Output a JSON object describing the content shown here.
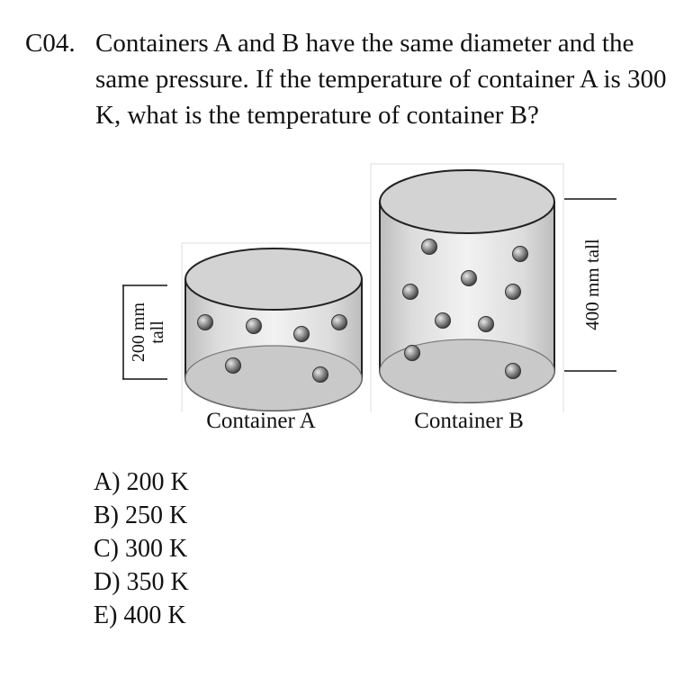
{
  "question": {
    "number": "C04.",
    "text": "Containers A and B have the same diameter and the same pressure. If the temperature of container A is 300 K, what is the temperature of container B?"
  },
  "figure": {
    "container_a": {
      "label": "Container A",
      "height_label_line1": "200 mm",
      "height_label_line2": "tall"
    },
    "container_b": {
      "label": "Container B",
      "height_label": "400 mm tall"
    }
  },
  "choices": [
    {
      "text": "A) 200 K"
    },
    {
      "text": "B) 250 K"
    },
    {
      "text": "C) 300 K"
    },
    {
      "text": "D) 350 K"
    },
    {
      "text": "E) 400 K"
    }
  ]
}
